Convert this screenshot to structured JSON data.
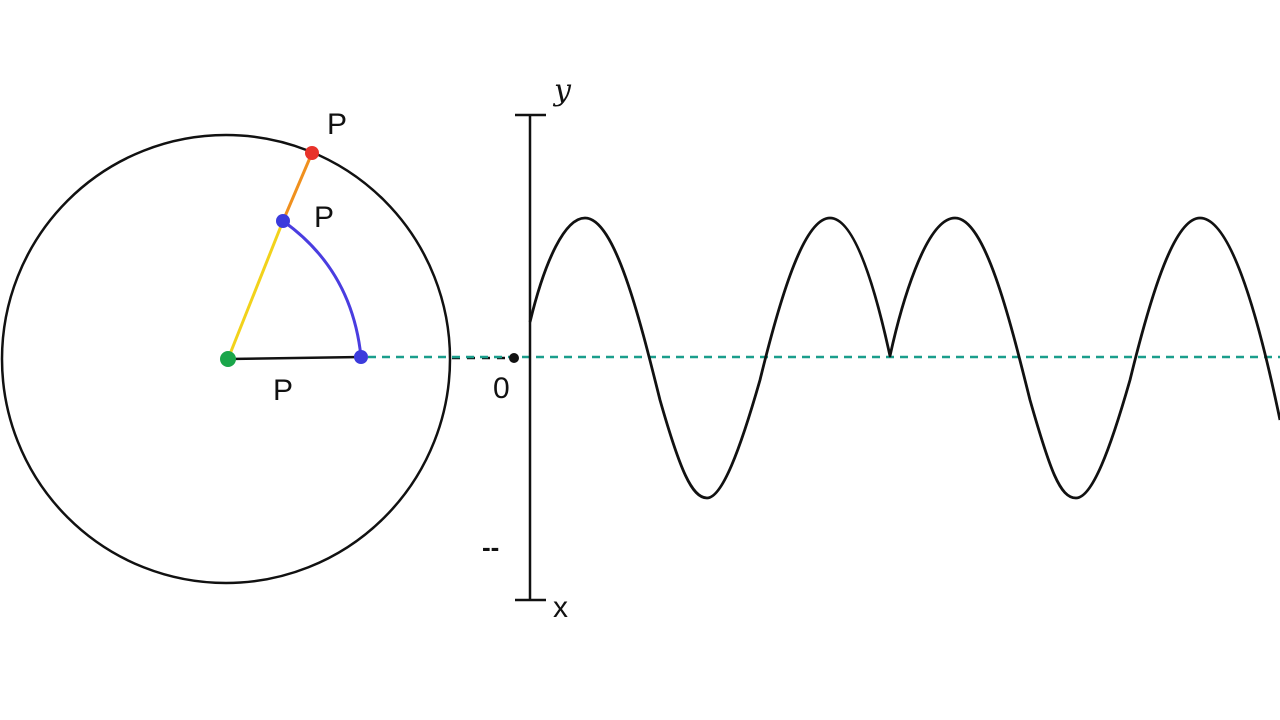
{
  "labels": {
    "p_outer": "P",
    "p_inner": "P",
    "p_radius": "P",
    "origin": "0",
    "y_axis": "y",
    "x_axis": "x",
    "minus_tick": "--"
  },
  "colors": {
    "circle": "#111111",
    "wave": "#111111",
    "outer_point": "#e8322a",
    "inner_point": "#3b3bdc",
    "center_point": "#1aa64a",
    "arc": "#4a3de0",
    "yellow_ray": "#f2d21b",
    "orange_ray": "#f0901e",
    "dashed_line": "#1a9e8c"
  }
}
